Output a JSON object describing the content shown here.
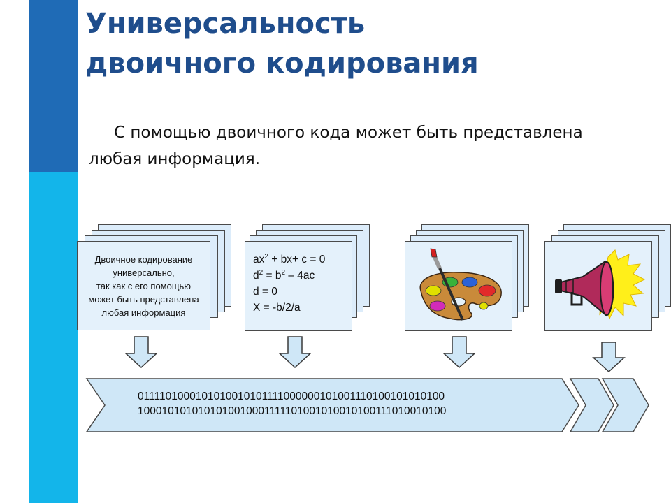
{
  "title": {
    "line1": "Универсальность",
    "line2": "двоичного кодирования"
  },
  "intro": {
    "line1": "С помощью двоичного кода может быть представлена",
    "line2": "любая информация."
  },
  "text_card": {
    "lines": [
      "Двоичное кодирование",
      "универсально,",
      "так как с его помощью",
      "может быть представлена",
      "любая информация"
    ]
  },
  "formula_card": {
    "line1": {
      "a": "ax",
      "sup": "2",
      "b": " + bx+ c = 0"
    },
    "line2": {
      "a": "d",
      "sup1": "2",
      "b": " = b",
      "sup2": "2",
      "c": " – 4ac"
    },
    "line3": "d = 0",
    "line4": "X = -b/2/a"
  },
  "binary": {
    "line1": "01111010001010100101011110000001010011101001010101​00",
    "line2": "1000101010101010010001111101001010010100111010010100"
  },
  "colors": {
    "sidebar_dark": "#1f6bb6",
    "sidebar_light": "#13b5ea",
    "title": "#1f4d8c",
    "card_fill": "#dcecfa",
    "arrow_fill": "#cfe7f7"
  }
}
